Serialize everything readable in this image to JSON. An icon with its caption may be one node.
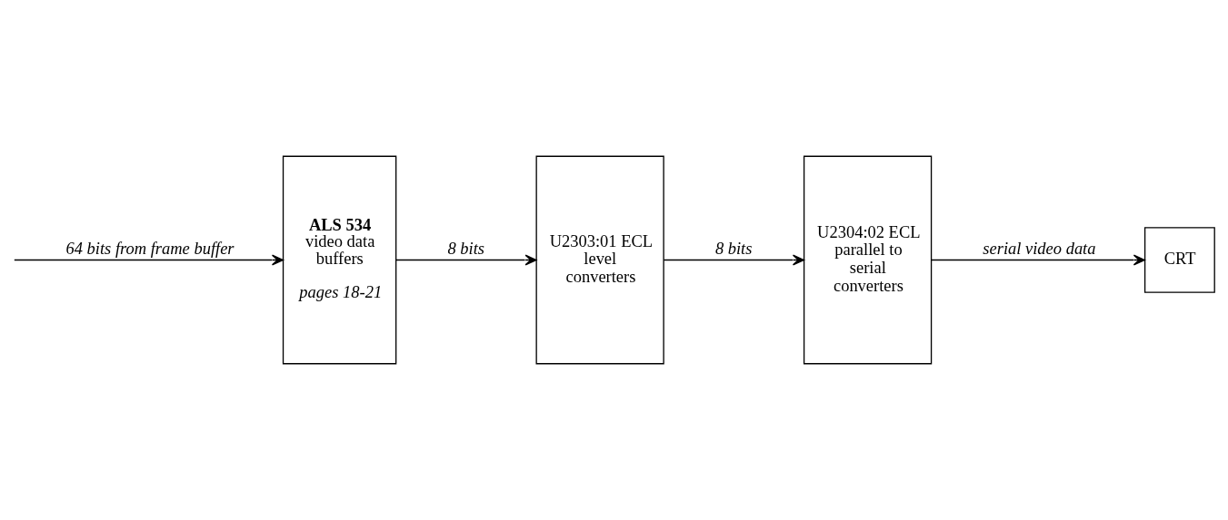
{
  "diagram": {
    "nodes": [
      {
        "text": [
          "ALS 534",
          "video data buffers",
          "pages 18-21"
        ]
      },
      {
        "text": [
          "U2303:01 ECL level converters"
        ]
      },
      {
        "text": [
          "U2304:02 ECL parallel to serial converters"
        ]
      },
      {
        "text": [
          "CRT"
        ]
      }
    ],
    "edges": [
      {
        "from": null,
        "to": 0,
        "arrow": "to",
        "label": "64 bits from frame buffer"
      },
      {
        "from": 0,
        "to": 1,
        "arrow": "to",
        "label": "8 bits"
      },
      {
        "from": 1,
        "to": 2,
        "arrow": "to",
        "label": "8 bits"
      },
      {
        "from": 2,
        "to": 3,
        "arrow": "to",
        "label": "serial video data"
      }
    ]
  }
}
